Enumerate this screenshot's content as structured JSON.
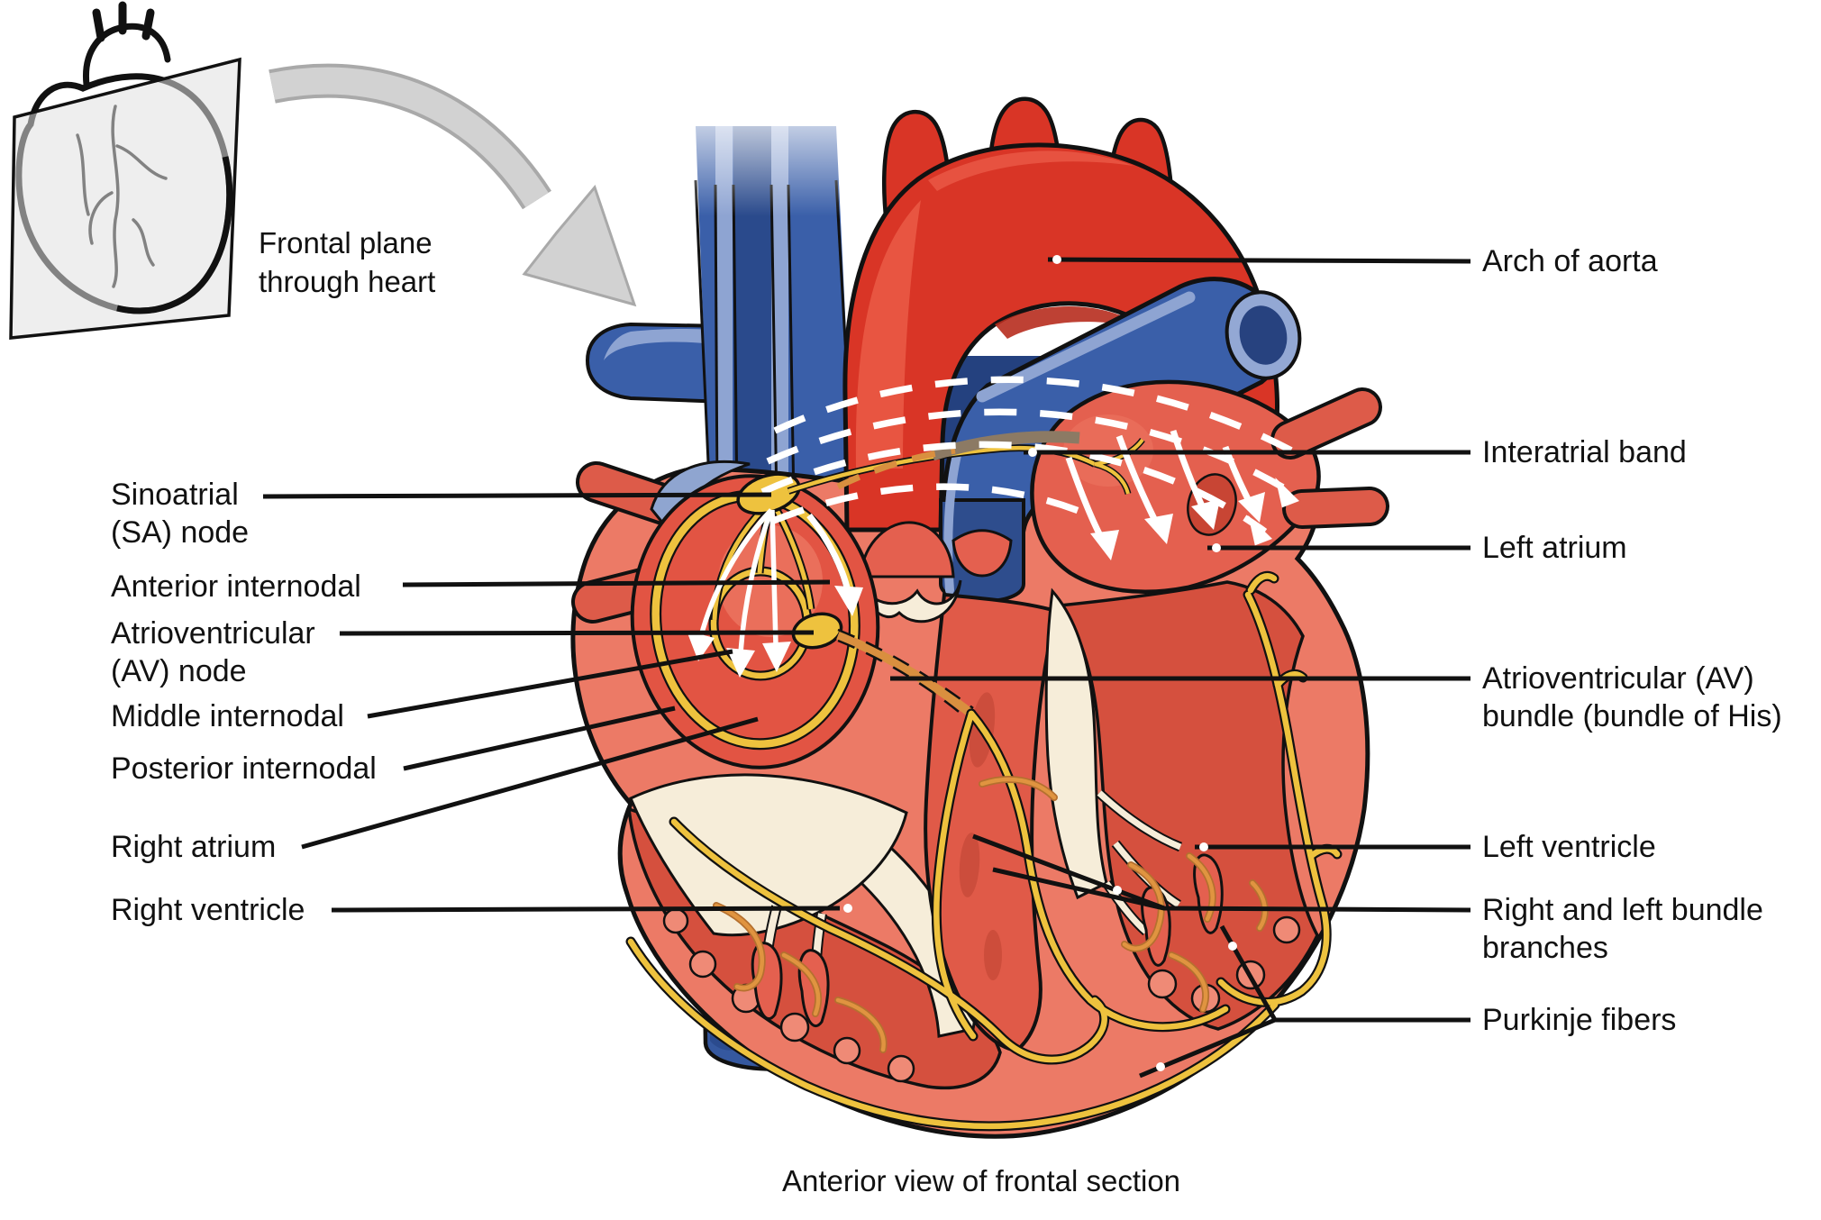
{
  "figure": {
    "inset_label": {
      "line1": "Frontal plane",
      "line2": "through heart"
    },
    "caption": "Anterior view of frontal section"
  },
  "labels": {
    "sinoatrial_node": {
      "line1": "Sinoatrial",
      "line2": "(SA) node"
    },
    "anterior_internodal": {
      "text": "Anterior internodal"
    },
    "atrioventricular_node": {
      "line1": "Atrioventricular",
      "line2": "(AV) node"
    },
    "middle_internodal": {
      "text": "Middle internodal"
    },
    "posterior_internodal": {
      "text": "Posterior internodal"
    },
    "right_atrium": {
      "text": "Right atrium"
    },
    "right_ventricle": {
      "text": "Right ventricle"
    },
    "arch_of_aorta": {
      "text": "Arch of aorta"
    },
    "interatrial_band": {
      "text": "Interatrial band"
    },
    "left_atrium": {
      "text": "Left atrium"
    },
    "av_bundle": {
      "line1": "Atrioventricular (AV)",
      "line2": "bundle (bundle of His)"
    },
    "left_ventricle": {
      "text": "Left ventricle"
    },
    "bundle_branches": {
      "line1": "Right and left bundle",
      "line2": "branches"
    },
    "purkinje_fibers": {
      "text": "Purkinje fibers"
    }
  },
  "colors": {
    "aorta_red": "#d93526",
    "aorta_highlight": "#ea5a47",
    "vein_blue": "#3a5fa9",
    "vein_blue_light": "#8ea4d2",
    "vein_blue_dark": "#27427f",
    "myocardium_salmon": "#ec7a66",
    "chamber_red": "#d5503e",
    "muscle_light": "#ef8a76",
    "fibrous_cream": "#f6edd9",
    "conduction_yellow": "#eec23e",
    "purkinje_orange": "#e09440",
    "interatrial_band_gray": "#8c7a64",
    "leader_black": "#111111",
    "arrow_gray": "#d2d2d2"
  }
}
